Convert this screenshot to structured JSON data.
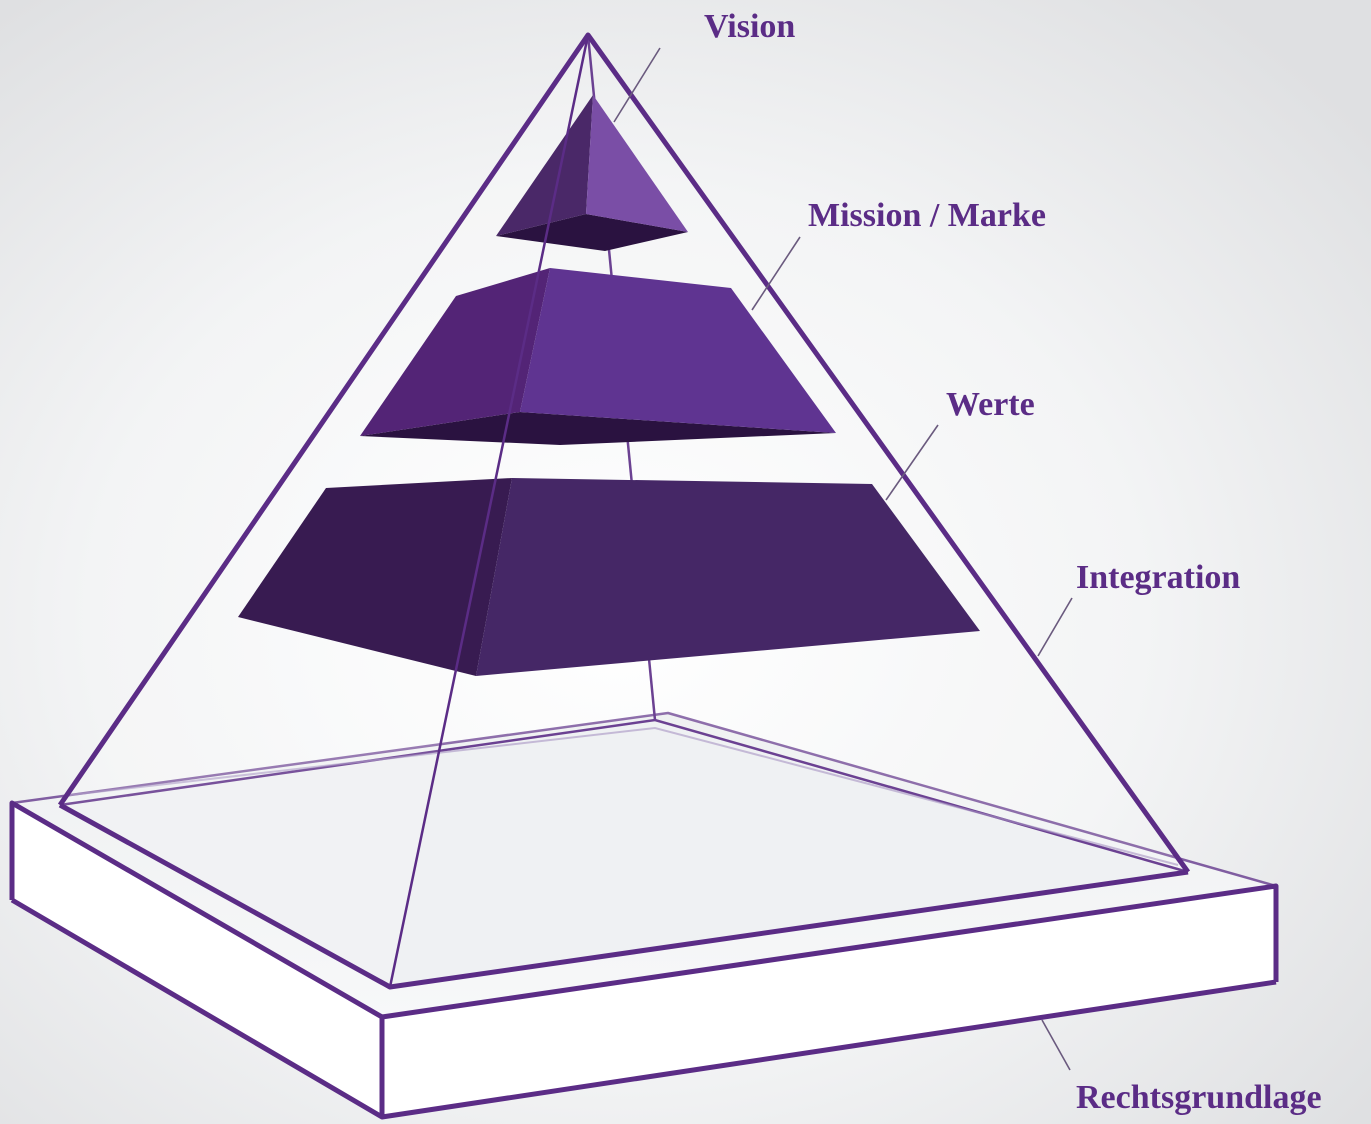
{
  "diagram": {
    "colors": {
      "accent": "#5b2c86",
      "label": "#5b2c86",
      "level_top": "#7a4ea6",
      "level_upper": "#5f3491",
      "level_middle": "#452766",
      "base": "#ffffff"
    },
    "labels": {
      "vision": "Vision",
      "mission": "Mission / Marke",
      "values": "Werte",
      "integration": "Integration",
      "legal_basis": "Rechtsgrundlage"
    }
  }
}
